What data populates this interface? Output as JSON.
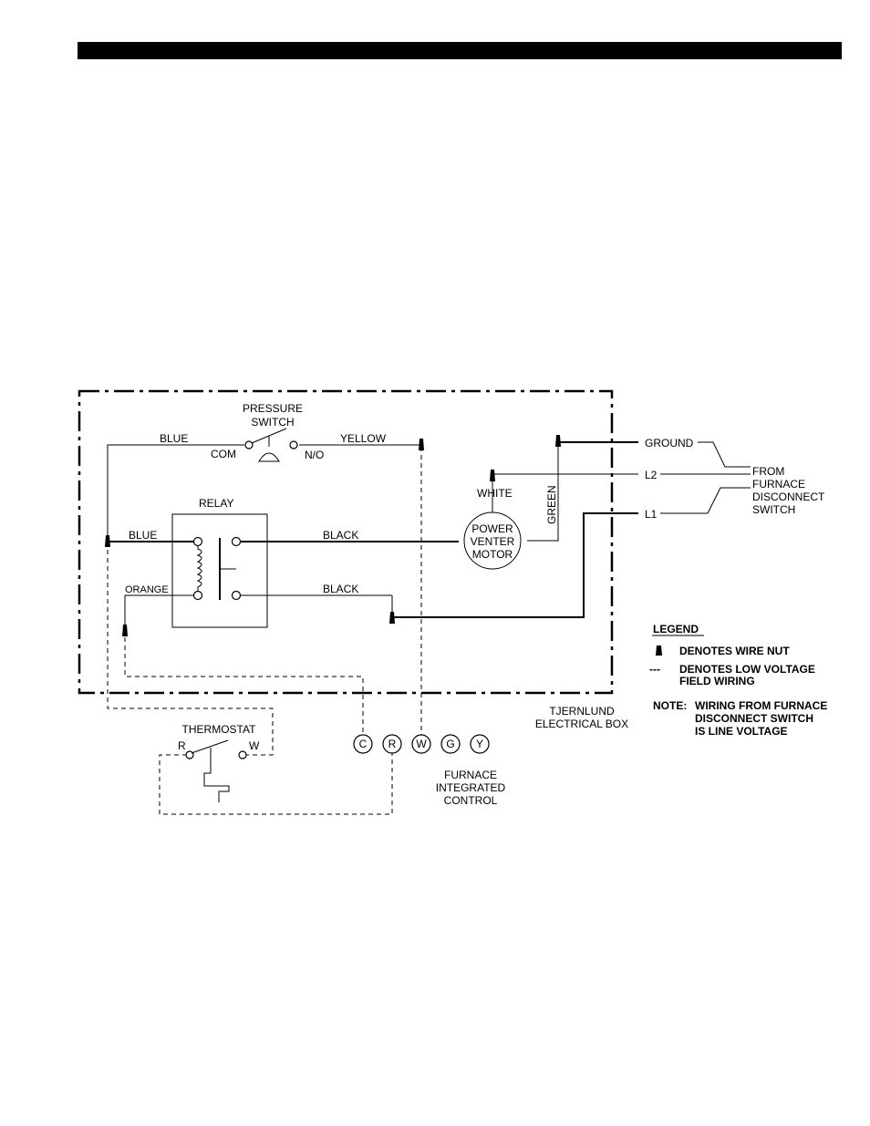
{
  "labels": {
    "pressure_switch_1": "PRESSURE",
    "pressure_switch_2": "SWITCH",
    "blue_top": "BLUE",
    "com": "COM",
    "no": "N/O",
    "yellow": "YELLOW",
    "relay": "RELAY",
    "blue_left": "BLUE",
    "orange": "ORANGE",
    "black_top": "BLACK",
    "black_bottom": "BLACK",
    "white": "WHITE",
    "green": "GREEN",
    "motor_1": "POWER",
    "motor_2": "VENTER",
    "motor_3": "MOTOR",
    "ground": "GROUND",
    "l2": "L2",
    "l1": "L1",
    "from_1": "FROM",
    "from_2": "FURNACE",
    "from_3": "DISCONNECT",
    "from_4": "SWITCH",
    "box_1": "TJERNLUND",
    "box_2": "ELECTRICAL BOX",
    "thermostat": "THERMOSTAT",
    "t_r": "R",
    "t_w": "W",
    "term_c": "C",
    "term_r": "R",
    "term_w": "W",
    "term_g": "G",
    "term_y": "Y",
    "control_1": "FURNACE",
    "control_2": "INTEGRATED",
    "control_3": "CONTROL"
  },
  "legend": {
    "title": "LEGEND",
    "wire_nut": "DENOTES WIRE NUT",
    "dash_symbol": "---",
    "low_voltage_1": "DENOTES LOW VOLTAGE",
    "low_voltage_2": "FIELD WIRING",
    "note_label": "NOTE:",
    "note_1": "WIRING FROM FURNACE",
    "note_2": "DISCONNECT SWITCH",
    "note_3": "IS LINE VOLTAGE"
  }
}
